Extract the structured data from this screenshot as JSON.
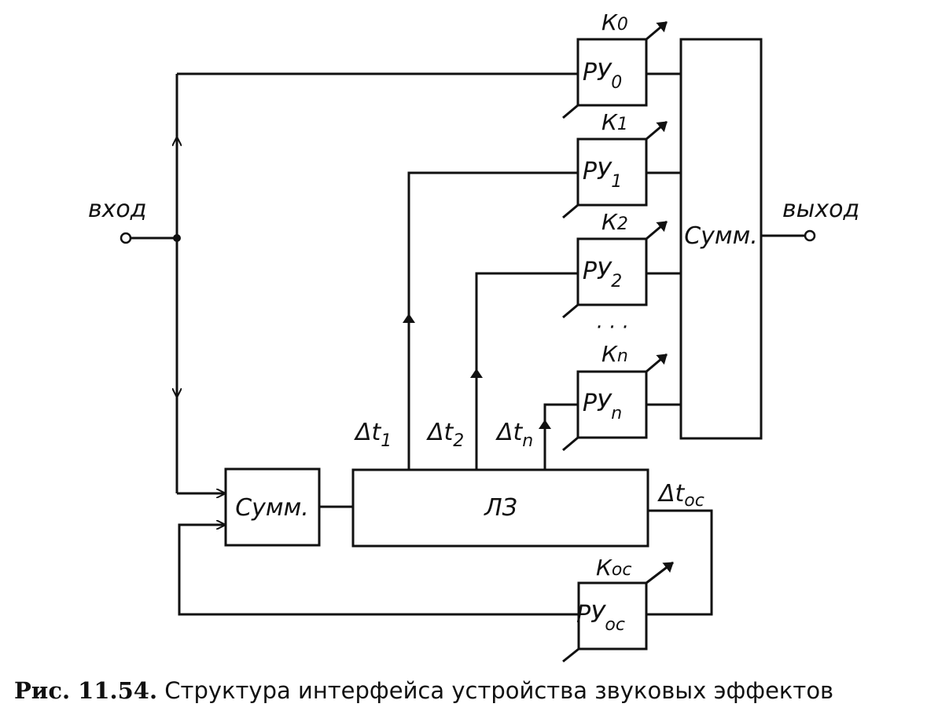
{
  "labels": {
    "input": "вход",
    "output": "выход",
    "adder_left": "Сумм.",
    "adder_right": "Сумм.",
    "delay_line": "ЛЗ",
    "ellipsis": "· · ·"
  },
  "gains": [
    {
      "box_base": "РУ",
      "box_sub": "0",
      "gain_base": "К",
      "gain_sub": "0"
    },
    {
      "box_base": "РУ",
      "box_sub": "1",
      "gain_base": "К",
      "gain_sub": "1"
    },
    {
      "box_base": "РУ",
      "box_sub": "2",
      "gain_base": "К",
      "gain_sub": "2"
    },
    {
      "box_base": "РУ",
      "box_sub": "n",
      "gain_base": "К",
      "gain_sub": "n"
    },
    {
      "box_base": "РУ",
      "box_sub": "ос",
      "gain_base": "К",
      "gain_sub": "ос"
    }
  ],
  "delays": [
    {
      "base": "Δt",
      "sub": "1"
    },
    {
      "base": "Δt",
      "sub": "2"
    },
    {
      "base": "Δt",
      "sub": "n"
    },
    {
      "base": "Δt",
      "sub": "ос"
    }
  ],
  "caption": {
    "number": "Рис. 11.54.",
    "text": "Структура интерфейса устройства звуковых эффектов"
  }
}
